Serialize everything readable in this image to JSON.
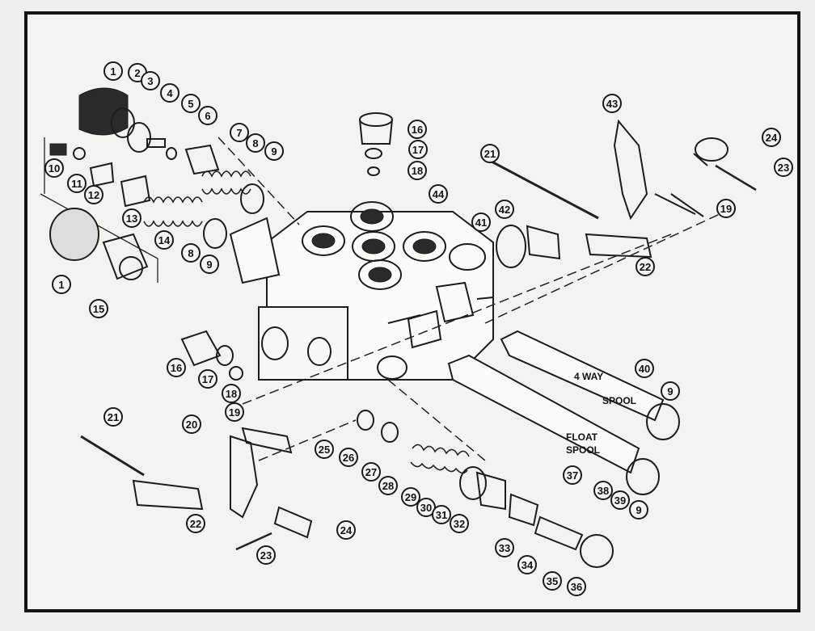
{
  "spool_labels": {
    "four_way_a": "4 WAY",
    "four_way_b": "SPOOL",
    "float_a": "FLOAT",
    "float_b": "SPOOL"
  },
  "callouts": [
    {
      "id": "c1a",
      "label": "1"
    },
    {
      "id": "c2",
      "label": "2"
    },
    {
      "id": "c3",
      "label": "3"
    },
    {
      "id": "c4",
      "label": "4"
    },
    {
      "id": "c5",
      "label": "5"
    },
    {
      "id": "c6",
      "label": "6"
    },
    {
      "id": "c7",
      "label": "7"
    },
    {
      "id": "c8a",
      "label": "8"
    },
    {
      "id": "c9a",
      "label": "9"
    },
    {
      "id": "c10",
      "label": "10"
    },
    {
      "id": "c11",
      "label": "11"
    },
    {
      "id": "c12",
      "label": "12"
    },
    {
      "id": "c13",
      "label": "13"
    },
    {
      "id": "c14",
      "label": "14"
    },
    {
      "id": "c8b",
      "label": "8"
    },
    {
      "id": "c9b",
      "label": "9"
    },
    {
      "id": "c1b",
      "label": "1"
    },
    {
      "id": "c15",
      "label": "15"
    },
    {
      "id": "c16a",
      "label": "16"
    },
    {
      "id": "c17a",
      "label": "17"
    },
    {
      "id": "c18a",
      "label": "18"
    },
    {
      "id": "c44",
      "label": "44"
    },
    {
      "id": "c21a",
      "label": "21"
    },
    {
      "id": "c43",
      "label": "43"
    },
    {
      "id": "c24a",
      "label": "24"
    },
    {
      "id": "c23a",
      "label": "23"
    },
    {
      "id": "c42",
      "label": "42"
    },
    {
      "id": "c41",
      "label": "41"
    },
    {
      "id": "c19a",
      "label": "19"
    },
    {
      "id": "c22a",
      "label": "22"
    },
    {
      "id": "c40",
      "label": "40"
    },
    {
      "id": "c9c",
      "label": "9"
    },
    {
      "id": "c16b",
      "label": "16"
    },
    {
      "id": "c17b",
      "label": "17"
    },
    {
      "id": "c18b",
      "label": "18"
    },
    {
      "id": "c19b",
      "label": "19"
    },
    {
      "id": "c20",
      "label": "20"
    },
    {
      "id": "c21b",
      "label": "21"
    },
    {
      "id": "c25",
      "label": "25"
    },
    {
      "id": "c26",
      "label": "26"
    },
    {
      "id": "c27",
      "label": "27"
    },
    {
      "id": "c28",
      "label": "28"
    },
    {
      "id": "c29",
      "label": "29"
    },
    {
      "id": "c30",
      "label": "30"
    },
    {
      "id": "c31",
      "label": "31"
    },
    {
      "id": "c32",
      "label": "32"
    },
    {
      "id": "c37",
      "label": "37"
    },
    {
      "id": "c38",
      "label": "38"
    },
    {
      "id": "c39",
      "label": "39"
    },
    {
      "id": "c9d",
      "label": "9"
    },
    {
      "id": "c22b",
      "label": "22"
    },
    {
      "id": "c24b",
      "label": "24"
    },
    {
      "id": "c23b",
      "label": "23"
    },
    {
      "id": "c33",
      "label": "33"
    },
    {
      "id": "c34",
      "label": "34"
    },
    {
      "id": "c35",
      "label": "35"
    },
    {
      "id": "c36",
      "label": "36"
    }
  ]
}
